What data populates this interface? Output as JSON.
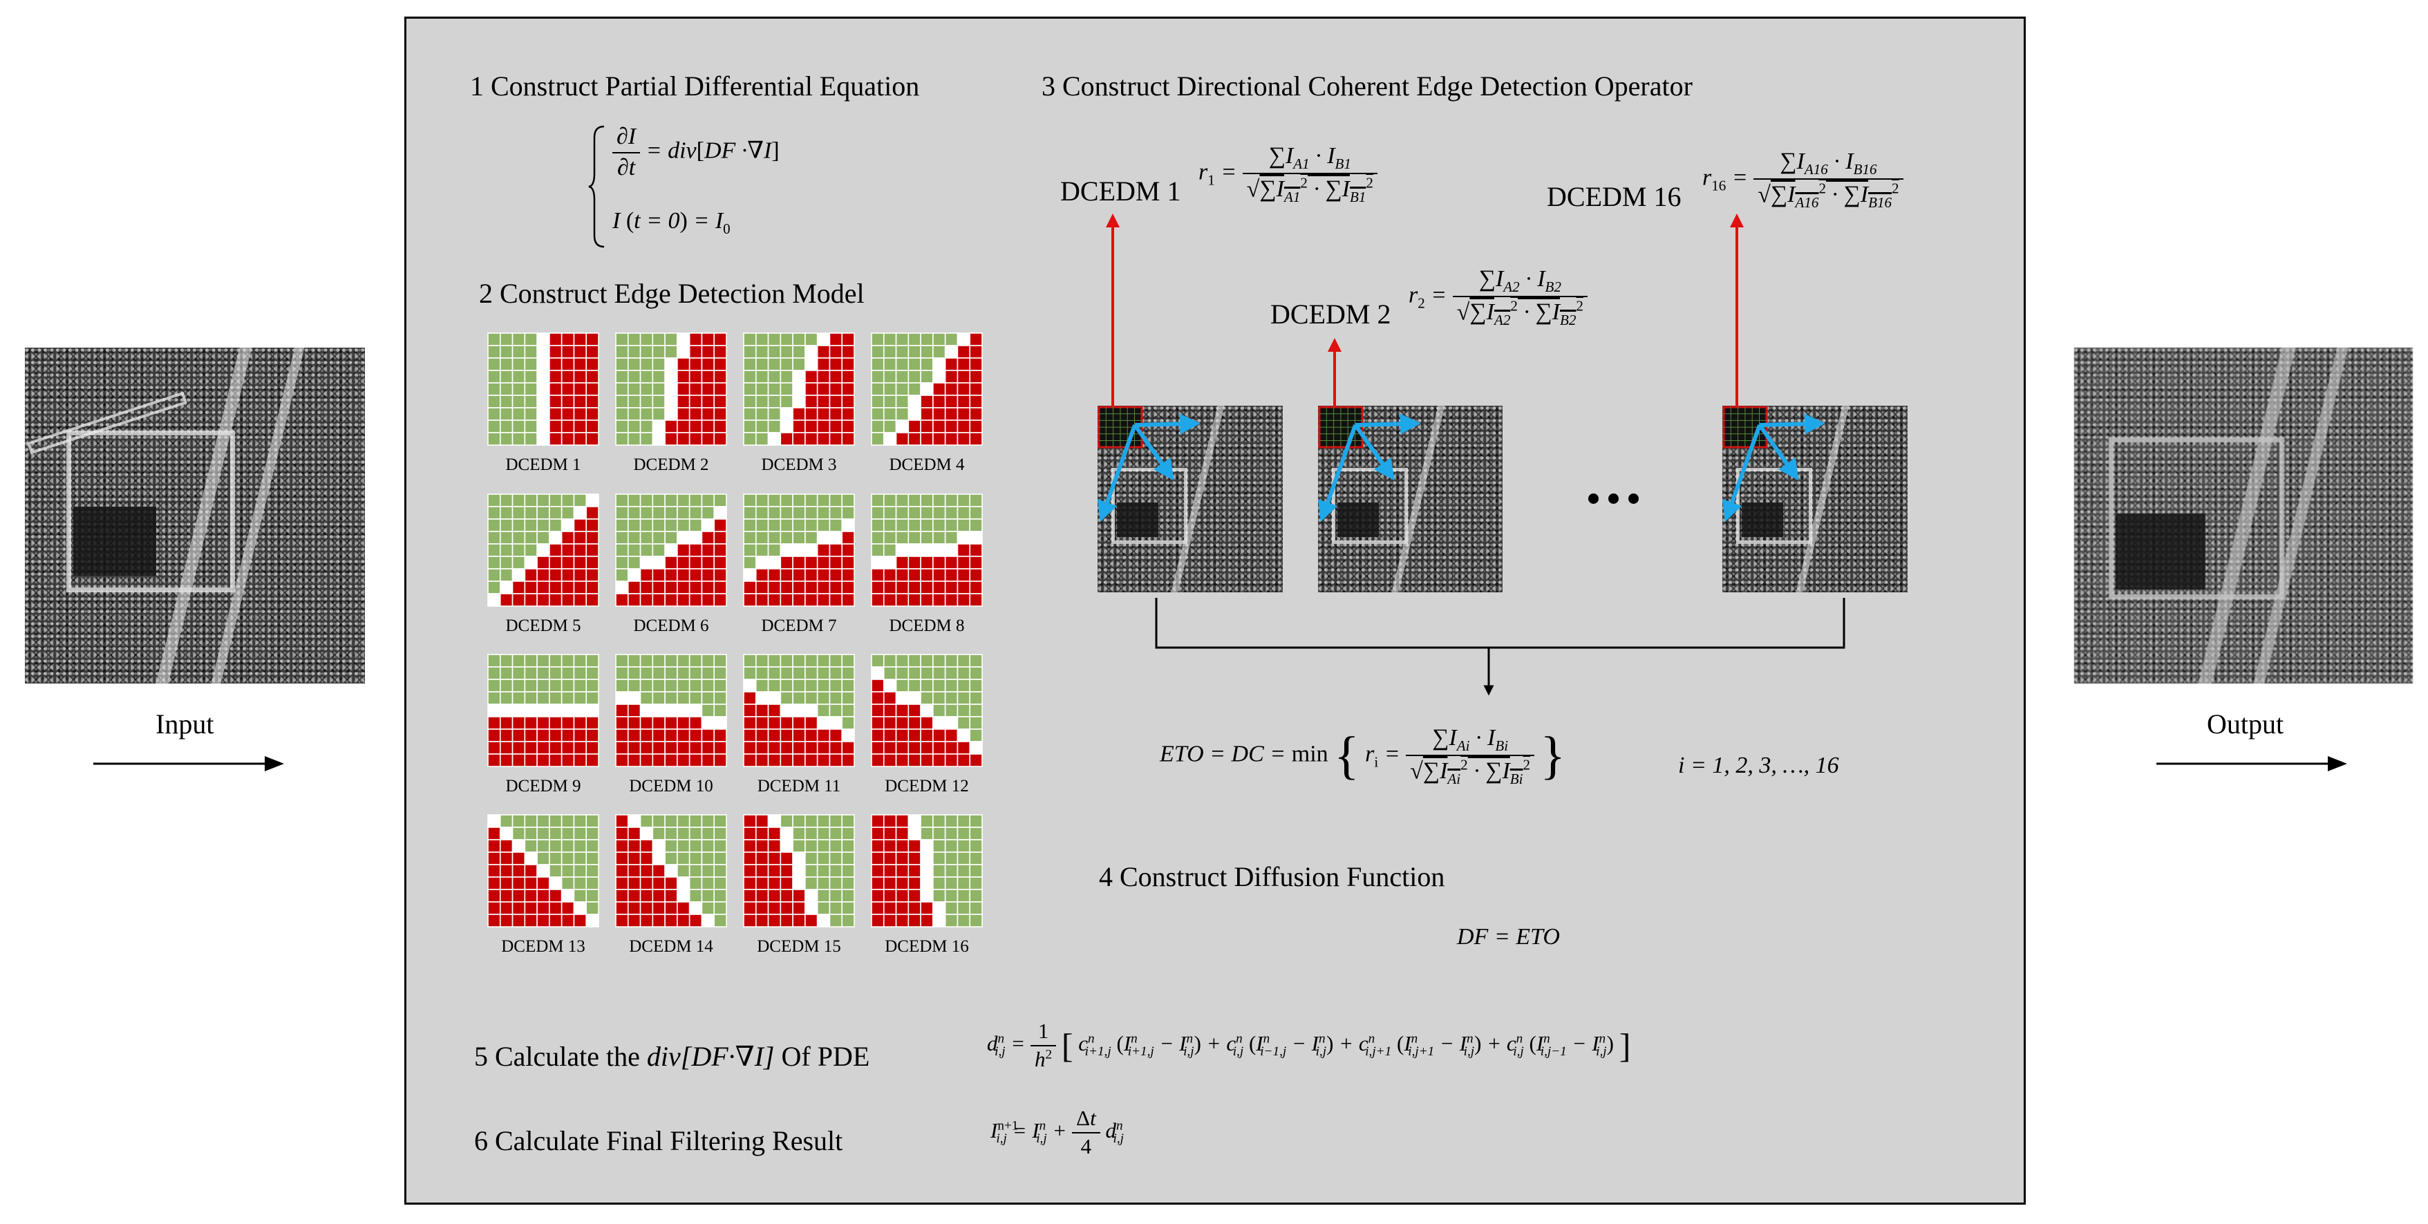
{
  "left": {
    "label": "Input"
  },
  "right": {
    "label": "Output"
  },
  "steps": {
    "s1": "1 Construct Partial Differential Equation",
    "s2": "2 Construct Edge Detection Model",
    "s3": "3 Construct Directional Coherent Edge Detection Operator",
    "s4": "4 Construct Diffusion Function",
    "s5_prefix": "5 Calculate the",
    "s5_formula": "div[DF·∇I]",
    "s5_suffix": "Of PDE",
    "s6": "6 Calculate Final Filtering Result"
  },
  "detectors": {
    "d1": "DCEDM 1",
    "d2": "DCEDM 2",
    "d16": "DCEDM 16",
    "dots": "• • •"
  },
  "models": [
    "DCEDM 1",
    "DCEDM 2",
    "DCEDM 3",
    "DCEDM 4",
    "DCEDM 5",
    "DCEDM 6",
    "DCEDM 7",
    "DCEDM 8",
    "DCEDM 9",
    "DCEDM 10",
    "DCEDM 11",
    "DCEDM 12",
    "DCEDM 13",
    "DCEDM 14",
    "DCEDM 15",
    "DCEDM 16"
  ],
  "equations": {
    "range": "i = 1, 2, 3, …, 16",
    "df": "DF = ETO"
  },
  "colors": {
    "green": "#8fb466",
    "red": "#c60000",
    "white": "#ffffff",
    "panel": "#d3d3d3",
    "arrow_red": "#e01010",
    "arrow_blue": "#1ea7e9"
  }
}
